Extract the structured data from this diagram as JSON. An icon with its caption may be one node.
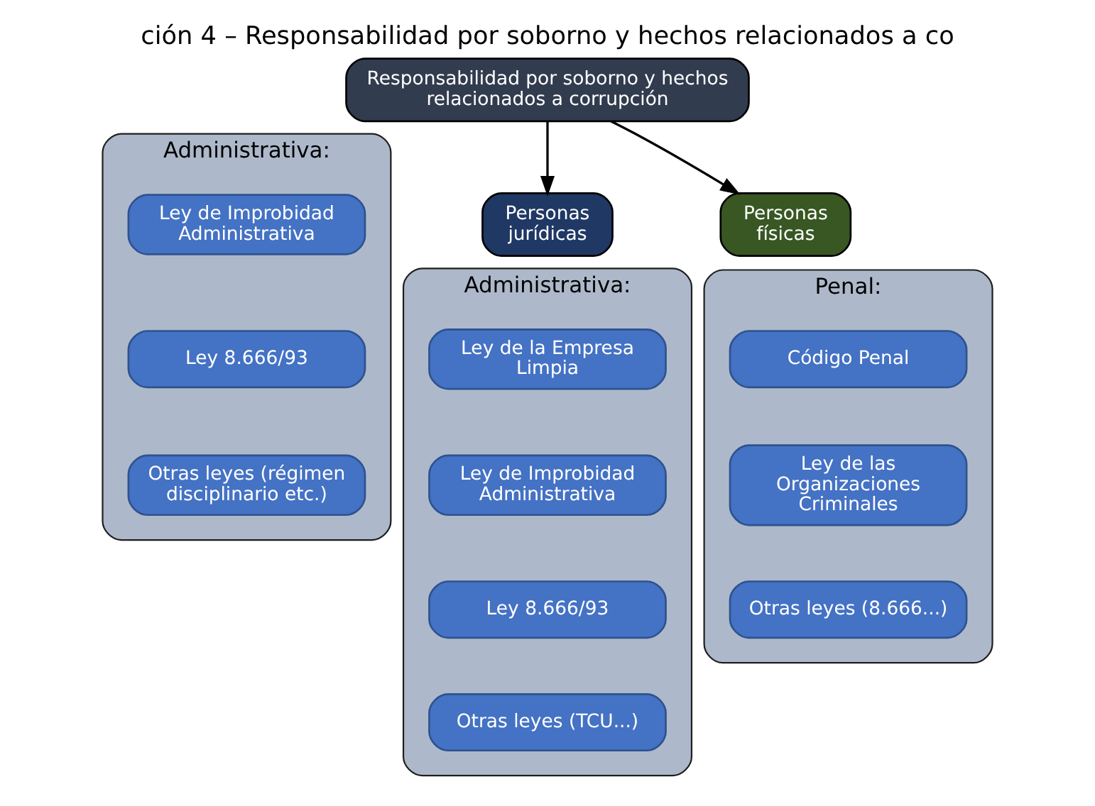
{
  "diagram": {
    "title": "ción 4 – Responsabilidad por soborno y hechos relacionados a co",
    "nodes": [
      {
        "text": [
          "Responsabilidad por soborno y hechos relacionados a corrupción"
        ]
      },
      {
        "text": [
          "Personas jurídicas"
        ]
      },
      {
        "text": [
          "Personas físicas"
        ]
      },
      {
        "text": [
          "Administrativa:"
        ]
      },
      {
        "text": [
          "Ley de Improbidad Administrativa"
        ],
        "in": 3
      },
      {
        "text": [
          "Ley 8.666/93"
        ],
        "in": 3
      },
      {
        "text": [
          "Otras leyes (régimen disciplinario etc.)"
        ],
        "in": 3
      },
      {
        "text": [
          "Penal:"
        ]
      },
      {
        "text": [
          "Código Penal"
        ],
        "in": 7
      },
      {
        "text": [
          "Ley de las Organizaciones Criminales"
        ],
        "in": 7
      },
      {
        "text": [
          "Otras leyes (8.666...)"
        ],
        "in": 7
      },
      {
        "text": [
          "Administrativa:"
        ]
      },
      {
        "text": [
          "Ley de la Empresa Limpia"
        ],
        "in": 11
      },
      {
        "text": [
          "Ley de Improbidad Administrativa"
        ],
        "in": 11
      },
      {
        "text": [
          "Ley 8.666/93"
        ],
        "in": 11
      },
      {
        "text": [
          "Otras leyes (TCU...)"
        ],
        "in": 11
      }
    ],
    "edges": [
      {
        "from": 0,
        "to": 2,
        "arrow": "to"
      },
      {
        "from": 0,
        "to": 1,
        "arrow": "to"
      }
    ]
  }
}
